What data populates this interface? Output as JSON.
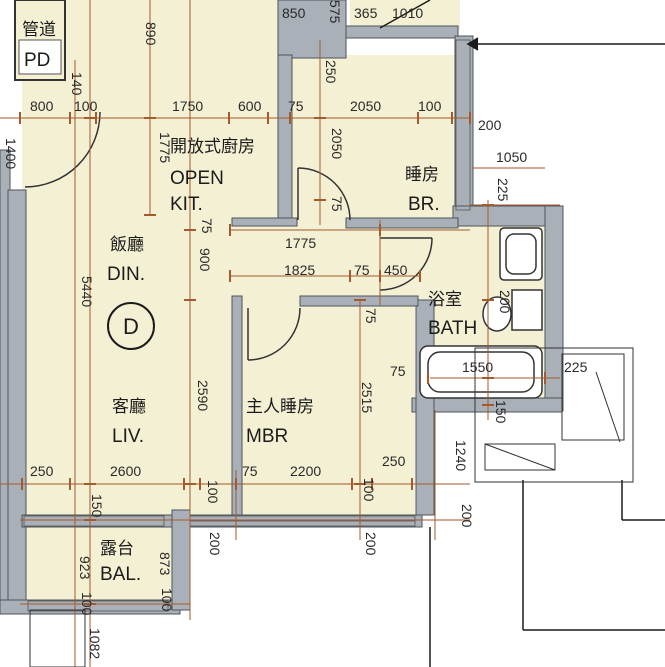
{
  "plan_label": "D",
  "rooms": {
    "pd": {
      "zh": "管道",
      "en": "PD"
    },
    "kitchen": {
      "zh": "開放式廚房",
      "en": "OPEN",
      "en2": "KIT."
    },
    "bedroom": {
      "zh": "睡房",
      "en": "BR."
    },
    "dining": {
      "zh": "飯廳",
      "en": "DIN."
    },
    "bath": {
      "zh": "浴室",
      "en": "BATH"
    },
    "master": {
      "zh": "主人睡房",
      "en": "MBR"
    },
    "living": {
      "zh": "客廳",
      "en": "LIV."
    },
    "balcony": {
      "zh": "露台",
      "en": "BAL."
    }
  },
  "dims": {
    "d_850": "850",
    "d_575": "575",
    "d_365": "365",
    "d_1010": "1010",
    "d_890": "890",
    "d_250a": "250",
    "d_140": "140",
    "d_800": "800",
    "d_100a": "100",
    "d_1750": "1750",
    "d_600": "600",
    "d_75a": "75",
    "d_2050h": "2050",
    "d_100b": "100",
    "d_200a": "200",
    "d_1775v": "1775",
    "d_2050v": "2050",
    "d_1050": "1050",
    "d_225a": "225",
    "d_75b": "75",
    "d_75c": "75",
    "d_1775h": "1775",
    "d_900": "900",
    "d_1825": "1825",
    "d_75d": "75",
    "d_450": "450",
    "d_5440": "5440",
    "d_75e": "75",
    "d_200b": "200",
    "d_75f": "75",
    "d_1550": "1550",
    "d_225b": "225",
    "d_2590": "2590",
    "d_2515": "2515",
    "d_150a": "150",
    "d_1240": "1240",
    "d_250b": "250",
    "d_2600": "2600",
    "d_75g": "75",
    "d_2200": "2200",
    "d_250c": "250",
    "d_100c": "100",
    "d_100d": "100",
    "d_150b": "150",
    "d_200c": "200",
    "d_200d": "200",
    "d_200e": "200",
    "d_873": "873",
    "d_923": "923",
    "d_1082": "1082",
    "d_100e": "100",
    "d_100f": "100",
    "d_1400": "1400"
  }
}
